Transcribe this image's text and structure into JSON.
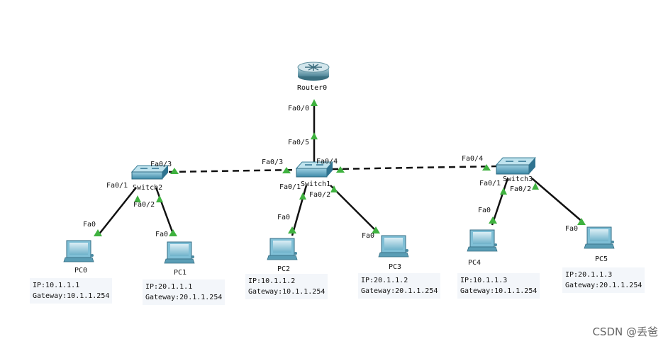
{
  "devices": {
    "router": {
      "name": "Router0"
    },
    "switch1": {
      "name": "Switch1"
    },
    "switch2": {
      "name": "Switch2"
    },
    "switch3": {
      "name": "Switch3"
    },
    "pcs": [
      {
        "name": "PC0",
        "ip": "IP:10.1.1.1",
        "gateway": "Gateway:10.1.1.254",
        "port": "Fa0"
      },
      {
        "name": "PC1",
        "ip": "IP:20.1.1.1",
        "gateway": "Gateway:20.1.1.254",
        "port": "Fa0"
      },
      {
        "name": "PC2",
        "ip": "IP:10.1.1.2",
        "gateway": "Gateway:10.1.1.254",
        "port": "Fa0"
      },
      {
        "name": "PC3",
        "ip": "IP:20.1.1.2",
        "gateway": "Gateway:20.1.1.254",
        "port": "Fa0"
      },
      {
        "name": "PC4",
        "ip": "IP:10.1.1.3",
        "gateway": "Gateway:10.1.1.254",
        "port": "Fa0"
      },
      {
        "name": "PC5",
        "ip": "IP:20.1.1.3",
        "gateway": "Gateway:20.1.1.254",
        "port": "Fa0"
      }
    ]
  },
  "ports": {
    "router_fa00": "Fa0/0",
    "sw1_fa05": "Fa0/5",
    "sw1_fa03": "Fa0/3",
    "sw1_fa04": "Fa0/4",
    "sw1_fa01": "Fa0/1",
    "sw1_fa02": "Fa0/2",
    "sw2_fa03": "Fa0/3",
    "sw2_fa01": "Fa0/1",
    "sw2_fa02": "Fa0/2",
    "sw3_fa04": "Fa0/4",
    "sw3_fa01": "Fa0/1",
    "sw3_fa02": "Fa0/2"
  },
  "colors": {
    "link": "#111111",
    "port_up": "#3fb23f",
    "device": "#3f8fb0"
  },
  "icons": {
    "router": "router-icon",
    "switch": "switch-icon",
    "pc": "pc-icon"
  },
  "watermark": "CSDN @丢爸"
}
